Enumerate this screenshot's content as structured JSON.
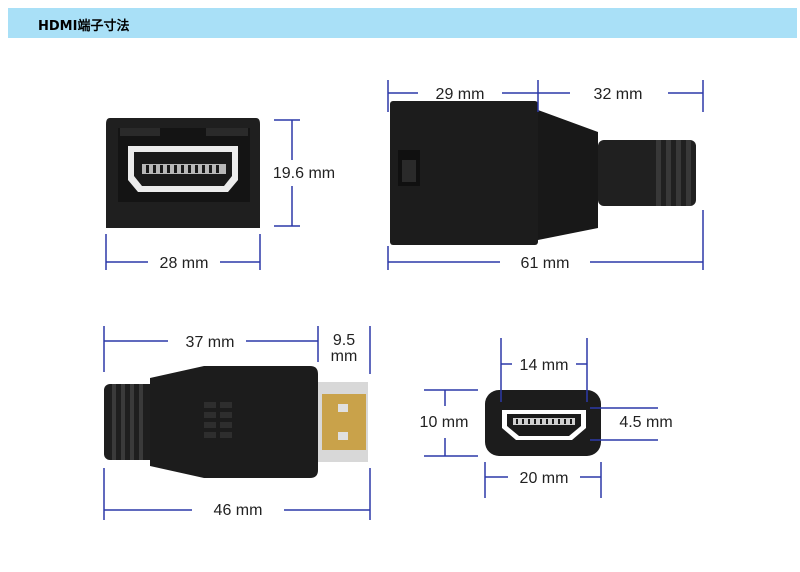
{
  "header": {
    "title": "HDMI端子寸法"
  },
  "colors": {
    "header_bg": "#a9e0f7",
    "dimension_line": "#2c39a8",
    "connector_body": "#1e1e1e",
    "gold_contacts": "#c9a24a"
  },
  "dimensions": {
    "receptacle_height": "19.6 mm",
    "receptacle_width": "28 mm",
    "side_body_length": "29 mm",
    "side_neck_length": "32 mm",
    "side_total_length": "61 mm",
    "plug_body_length": "37 mm",
    "plug_tip_length": "9.5",
    "plug_tip_unit": "mm",
    "plug_total_length": "46 mm",
    "face_height": "10 mm",
    "face_opening_width": "14 mm",
    "face_opening_height": "4.5 mm",
    "face_width": "20 mm"
  }
}
